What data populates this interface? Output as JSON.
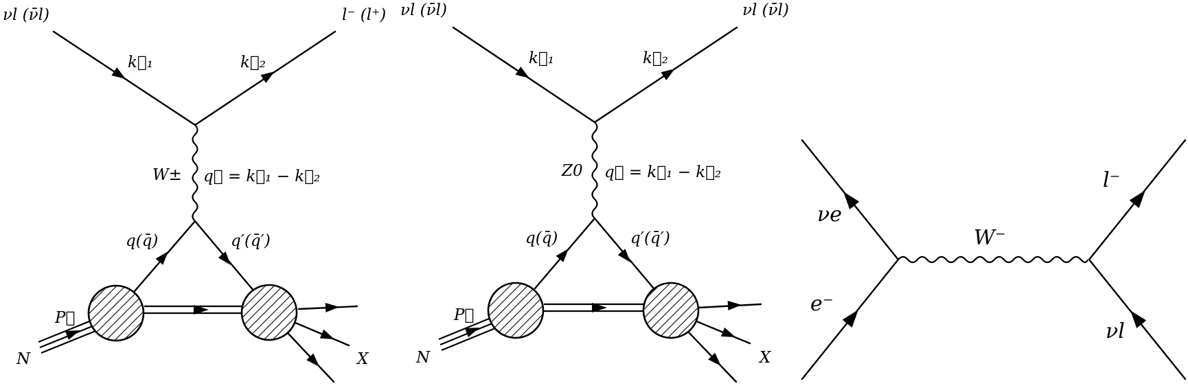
{
  "diagram1": {
    "nu_in": "νl (ν̄l)",
    "lepton_out": "l⁻ (l⁺)",
    "k1": "k⃗₁",
    "k2": "k⃗₂",
    "boson": "W±",
    "q_transfer": "q⃗ = k⃗₁ − k⃗₂",
    "quark": "q(q̄)",
    "quark_prime": "q′(q̄′)",
    "P": "P⃗",
    "N": "N",
    "X": "X"
  },
  "diagram2": {
    "nu_in": "νl (ν̄l)",
    "nu_out": "νl (ν̄l)",
    "k1": "k⃗₁",
    "k2": "k⃗₂",
    "boson": "Z0",
    "q_transfer": "q⃗ = k⃗₁ − k⃗₂",
    "quark": "q(q̄)",
    "quark_prime": "q′(q̄′)",
    "P": "P⃗",
    "N": "N",
    "X": "X"
  },
  "diagram3": {
    "nu_e": "νe",
    "e_minus": "e⁻",
    "boson": "W⁻",
    "l_minus": "l⁻",
    "nu_l": "νl"
  }
}
